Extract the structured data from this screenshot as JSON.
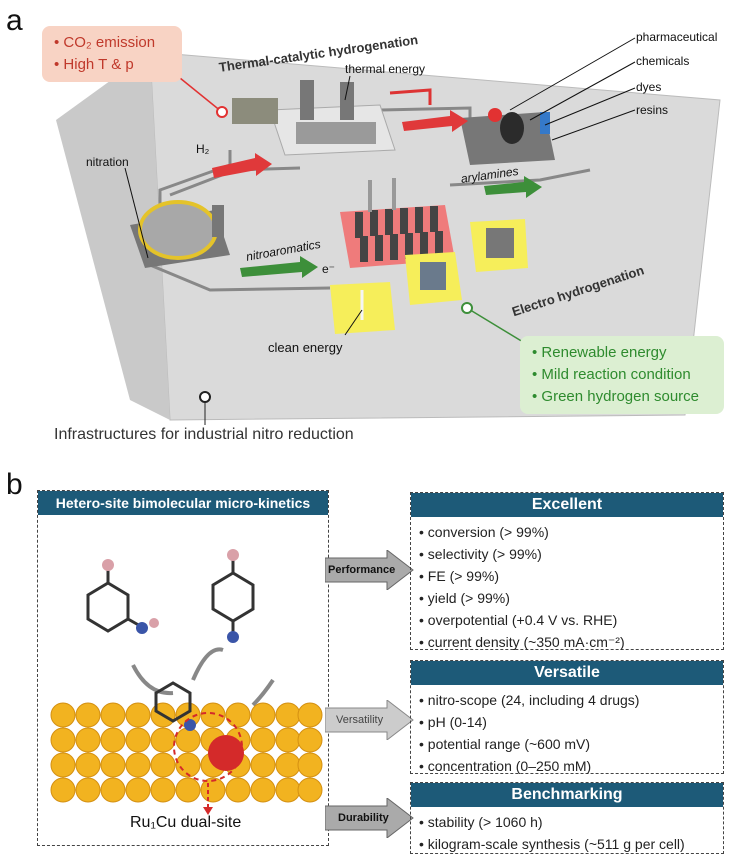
{
  "panel_a": {
    "letter": "a",
    "callout_red": [
      "CO₂ emission",
      "High T & p"
    ],
    "callout_green": [
      "Renewable energy",
      "Mild reaction condition",
      "Green hydrogen source"
    ],
    "route_thermal": "Thermal-catalytic hydrogenation",
    "route_electro": "Electro hydrogenation",
    "labels": {
      "thermal_energy": "thermal energy",
      "h2": "H₂",
      "nitration": "nitration",
      "nitroaromatics": "nitroaromatics",
      "arylamines": "arylamines",
      "electron": "e⁻",
      "clean_energy": "clean energy",
      "pharmaceutical": "pharmaceutical",
      "chemicals": "chemicals",
      "dyes": "dyes",
      "resins": "resins"
    },
    "caption": "Infrastructures for industrial nitro reduction",
    "colors": {
      "red_arrow": "#e0393a",
      "green_arrow": "#3d8f3a",
      "platform": "#d4d4d4",
      "grid_red": "#ef7b7b",
      "solar_yellow": "#f6ee5a"
    }
  },
  "panel_b": {
    "letter": "b",
    "left_title": "Hetero-site bimolecular micro-kinetics",
    "site_label": "Ru₁Cu dual-site",
    "arrows": [
      "Performance",
      "Versatility",
      "Durability"
    ],
    "boxes": [
      {
        "title": "Excellent",
        "items": [
          "conversion (> 99%)",
          "selectivity (> 99%)",
          "FE (> 99%)",
          "yield (> 99%)",
          "overpotential (+0.4 V vs. RHE)",
          "current density (~350 mA·cm⁻²)"
        ]
      },
      {
        "title": "Versatile",
        "items": [
          "nitro-scope (24, including 4 drugs)",
          "pH (0-14)",
          "potential range (~600 mV)",
          "concentration (0–250 mM)"
        ]
      },
      {
        "title": "Benchmarking",
        "items": [
          "stability (> 1060 h)",
          "kilogram-scale synthesis (~511 g per cell)"
        ]
      }
    ],
    "colors": {
      "header": "#1d5a78",
      "cu_atom": "#f2b320",
      "ru_atom": "#d42a2a"
    }
  }
}
